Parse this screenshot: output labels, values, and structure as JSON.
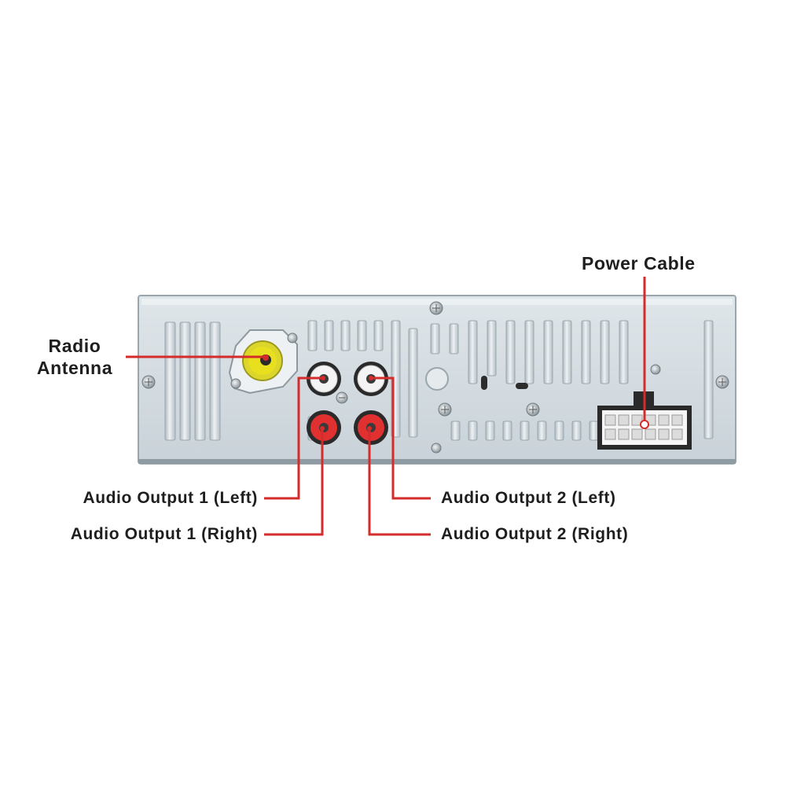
{
  "labels": {
    "power_cable": "Power Cable",
    "radio_line1": "Radio",
    "radio_line2": "Antenna",
    "audio_out1_left": "Audio Output 1 (Left)",
    "audio_out1_right": "Audio Output 1 (Right)",
    "audio_out2_left": "Audio Output 2 (Left)",
    "audio_out2_right": "Audio Output 2 (Right)"
  },
  "colors": {
    "leader_line": "#d42b2b",
    "panel": "#d6dee3",
    "panel_edge": "#a9b4bb",
    "antenna_yellow": "#e8e01e",
    "rca_white": "#f4f4f4",
    "rca_red": "#e03030"
  }
}
